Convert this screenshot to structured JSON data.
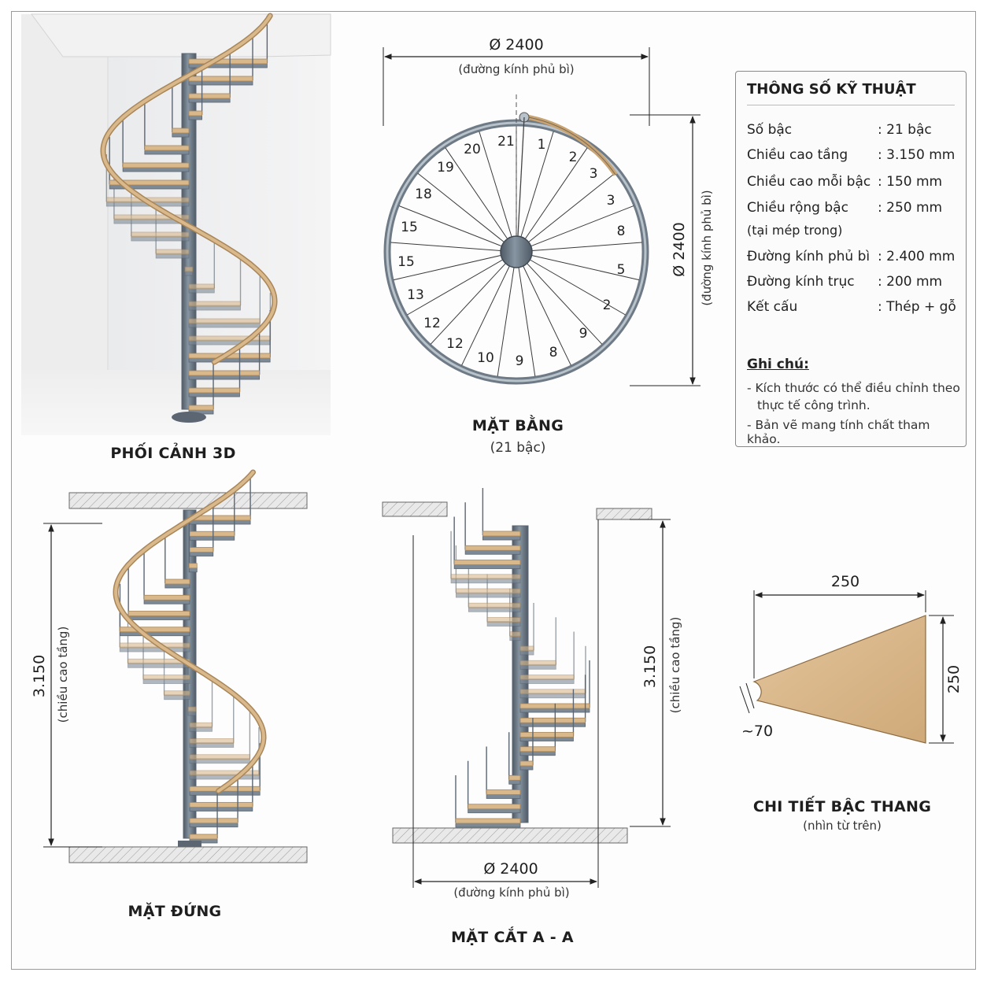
{
  "views": {
    "perspective_title": "PHỐI CẢNH 3D",
    "plan_title": "MẶT BẰNG",
    "plan_subtitle": "(21 bậc)",
    "elevation_title": "MẶT ĐỨNG",
    "section_title": "MẶT CẮT A - A",
    "tread_title": "CHI TIẾT BẬC THANG",
    "tread_subtitle": "(nhìn từ trên)"
  },
  "plan": {
    "top_diameter": "Ø 2400",
    "top_diameter_note": "(đường kính phủ bì)",
    "side_diameter": "Ø 2400",
    "side_diameter_note": "(đường kính phủ bì)",
    "step_numbers": [
      "1",
      "2",
      "3",
      "3",
      "8",
      "5",
      "2",
      "9",
      "8",
      "9",
      "10",
      "12",
      "12",
      "13",
      "15",
      "15",
      "18",
      "19",
      "20",
      "21"
    ]
  },
  "elevation": {
    "height": "3.150",
    "height_note": "(chiều cao tầng)"
  },
  "section": {
    "height": "3.150",
    "height_note": "(chiều cao tầng)",
    "diameter": "Ø 2400",
    "diameter_note": "(đường kính phủ bì)"
  },
  "tread": {
    "width_top": "250",
    "width_side": "250",
    "inner": "~70"
  },
  "specs": {
    "title": "THÔNG SỐ KỸ THUẬT",
    "rows": [
      {
        "key": "Số bậc",
        "value": ": 21 bậc"
      },
      {
        "key": "Chiều cao tầng",
        "value": ": 3.150 mm"
      },
      {
        "key": "Chiều cao mỗi bậc",
        "value": ": 150 mm"
      },
      {
        "key": "Chiều rộng bậc",
        "value": ": 250 mm"
      },
      {
        "key": "(tại mép trong)",
        "value": ""
      },
      {
        "key": "Đường kính phủ bì",
        "value": ": 2.400 mm"
      },
      {
        "key": "Đường kính trục",
        "value": ": 200 mm"
      },
      {
        "key": "Kết cấu",
        "value": ": Thép + gỗ"
      }
    ],
    "notes_title": "Ghi chú:",
    "notes": [
      "- Kích thước có thể điều chỉnh theo",
      "thực tế công trình.",
      "- Bản vẽ mang tính chất tham khảo."
    ]
  },
  "colors": {
    "steel": "#7d8a96",
    "steel_dark": "#5b6672",
    "wood": "#d9b88c",
    "wood_edge": "#a98658",
    "line": "#2b2b2b"
  }
}
